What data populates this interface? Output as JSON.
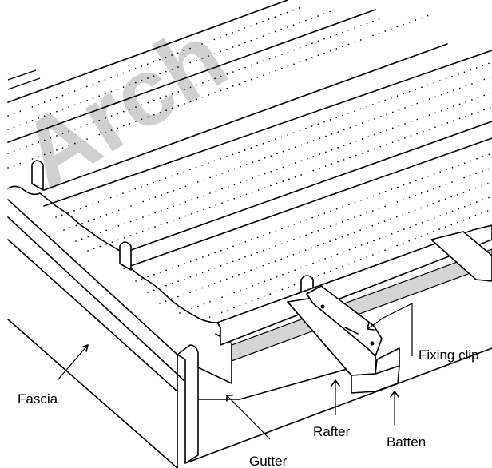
{
  "watermark": "Arch",
  "labels": {
    "fascia": "Fascia",
    "gutter": "Gutter",
    "rafter": "Rafter",
    "batten": "Batten",
    "fixing_clip": "Fixing clip"
  }
}
